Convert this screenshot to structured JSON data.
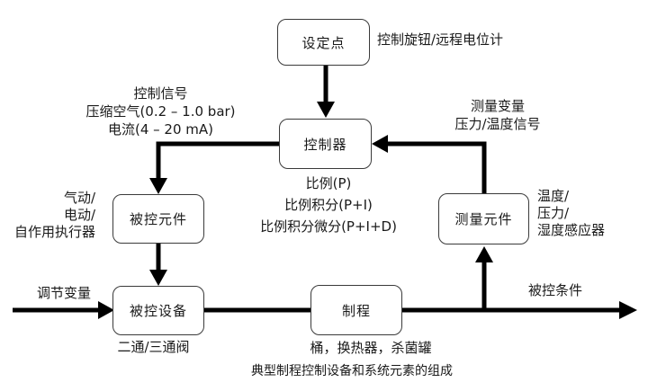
{
  "diagram": {
    "caption": "典型制程控制设备和系统元素的组成",
    "boxes": {
      "setpoint": "设定点",
      "controller": "控制器",
      "controlled_element": "被控元件",
      "controlled_device": "被控设备",
      "process": "制程",
      "measuring_element": "测量元件"
    },
    "labels": {
      "setpoint_note": "控制旋钮/远程电位计",
      "control_signal": [
        "控制信号",
        "压缩空气(0.2 – 1.0 bar)",
        "电流(4 – 20 mA)"
      ],
      "measured_variable": [
        "测量变量",
        "压力/温度信号"
      ],
      "control_modes": [
        "比例(P)",
        "比例积分(P+I)",
        "比例积分微分(P+I+D)"
      ],
      "actuator_types": [
        "气动/",
        "电动/",
        "自作用执行器"
      ],
      "sensor_types": [
        "温度/",
        "压力/",
        "湿度感应器"
      ],
      "manipulated_variable": "调节变量",
      "valve_types": "二通/三通阀",
      "process_examples": "桶，换热器，杀菌罐",
      "controlled_condition": "被控条件"
    },
    "colors": {
      "line": "#000000",
      "box_border": "#3a3a3a",
      "text": "#1a1a1a",
      "background": "#ffffff"
    }
  }
}
